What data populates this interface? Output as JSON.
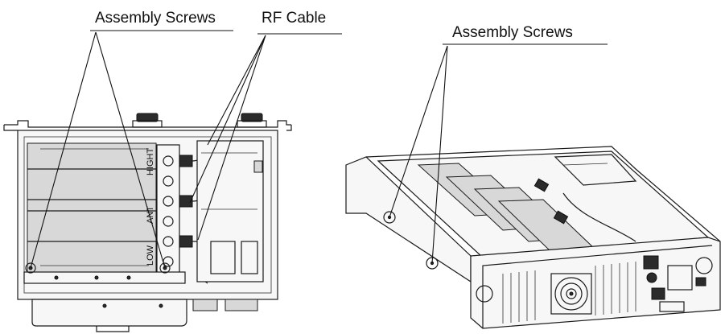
{
  "left_view": {
    "callout_screws": "Assembly Screws",
    "callout_rf": "RF Cable",
    "filter_labels": {
      "high": "HIGHT",
      "ant": "ANT",
      "low": "LOW"
    }
  },
  "right_view": {
    "callout_screws": "Assembly Screws"
  }
}
